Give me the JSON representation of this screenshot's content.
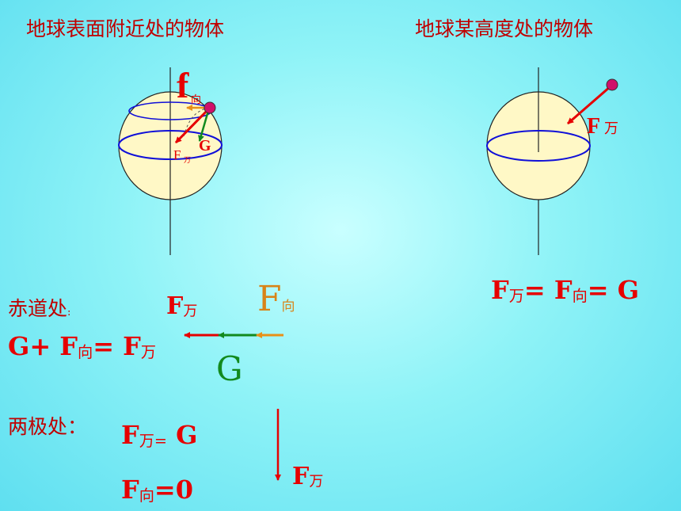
{
  "left_panel": {
    "title": "地球表面附近处的物体",
    "label_f": "f",
    "label_f_sub": "向",
    "label_G": "G",
    "label_F": "F",
    "label_F_sub": "万"
  },
  "right_panel": {
    "title": "地球某高度处的物体",
    "label_F": "F",
    "label_F_sub": "万",
    "equation": {
      "F1": "F",
      "F1_sub": "万",
      "eq1": "= F",
      "F2_sub": "向",
      "eq2": "= G"
    }
  },
  "equator": {
    "label": "赤道处",
    "colon": ":",
    "f_wan": "F",
    "f_wan_sub": "万",
    "f_xiang": "F",
    "f_xiang_sub": "向",
    "g_label": "G",
    "equation": {
      "part1": "G+ F",
      "sub1": "向",
      "part2": "= F",
      "sub2": "万"
    }
  },
  "poles": {
    "label": "两极处：",
    "eq1": {
      "a": "F",
      "a_sub": "万=",
      "b": " G"
    },
    "eq2": {
      "a": "F",
      "a_sub": "向",
      "b": "=0"
    },
    "arrow_label": "F",
    "arrow_label_sub": "万"
  },
  "colors": {
    "red": "#e60000",
    "green": "#128a1e",
    "orange": "#e89018",
    "blue": "#1010d8",
    "globe_fill": "#fff8c6",
    "ball": "#d0106a"
  }
}
